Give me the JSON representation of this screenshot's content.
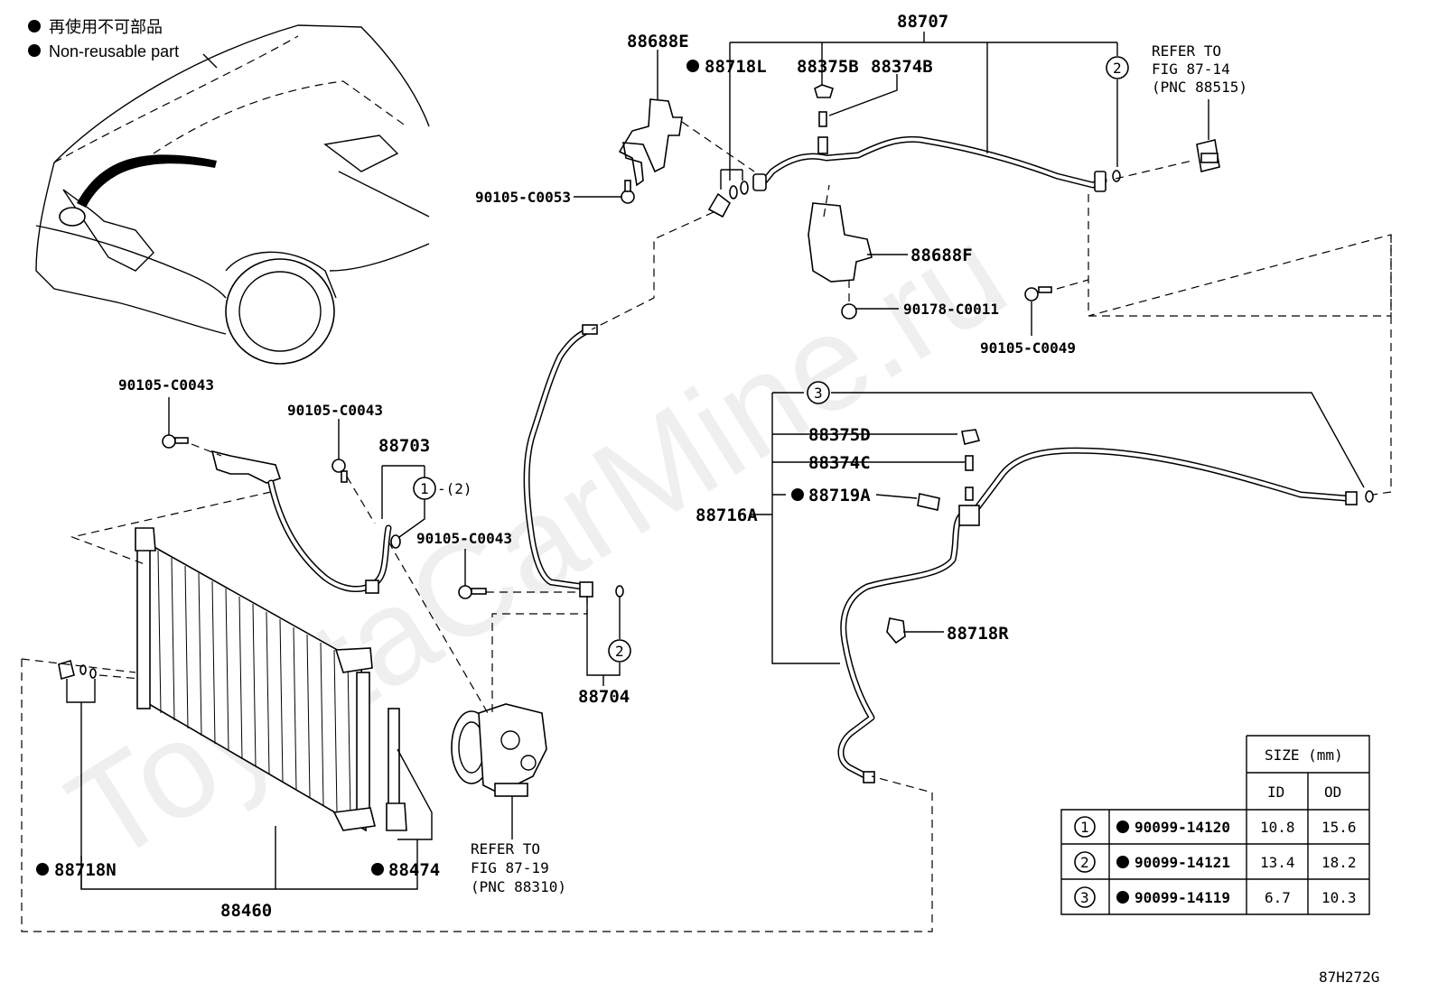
{
  "legend": {
    "jp_text": "再使用不可部品",
    "en_text": "Non-reusable part"
  },
  "labels": {
    "p88707": "88707",
    "p88688E": "88688E",
    "p88718L": "88718L",
    "p88375B": "88375B",
    "p88374B": "88374B",
    "p90105_C0053": "90105-C0053",
    "p88688F": "88688F",
    "p90178_C0011": "90178-C0011",
    "p90105_C0049": "90105-C0049",
    "p90105_C0043_a": "90105-C0043",
    "p90105_C0043_b": "90105-C0043",
    "p90105_C0043_c": "90105-C0043",
    "p88703": "88703",
    "p88703_note": "-(2)",
    "p88375D": "88375D",
    "p88374C": "88374C",
    "p88716A": "88716A",
    "p88719A": "88719A",
    "p88718R": "88718R",
    "p88704": "88704",
    "p88718N": "88718N",
    "p88474": "88474",
    "p88460": "88460",
    "figure_code": "87H272G"
  },
  "refs": {
    "ref_top": [
      "REFER TO",
      "FIG 87-14",
      "(PNC 88515)"
    ],
    "ref_bottom": [
      "REFER TO",
      "FIG 87-19",
      "(PNC 88310)"
    ]
  },
  "callouts": {
    "c1": "1",
    "c2": "2",
    "c3": "3"
  },
  "size_table": {
    "header": "SIZE (mm)",
    "col_id": "ID",
    "col_od": "OD",
    "rows": [
      {
        "no": "1",
        "part": "90099-14120",
        "id": "10.8",
        "od": "15.6"
      },
      {
        "no": "2",
        "part": "90099-14121",
        "id": "13.4",
        "od": "18.2"
      },
      {
        "no": "3",
        "part": "90099-14119",
        "id": "6.7",
        "od": "10.3"
      }
    ]
  },
  "watermark": "ToyotaCarMine.ru",
  "colors": {
    "ink": "#000000",
    "background": "#ffffff"
  }
}
